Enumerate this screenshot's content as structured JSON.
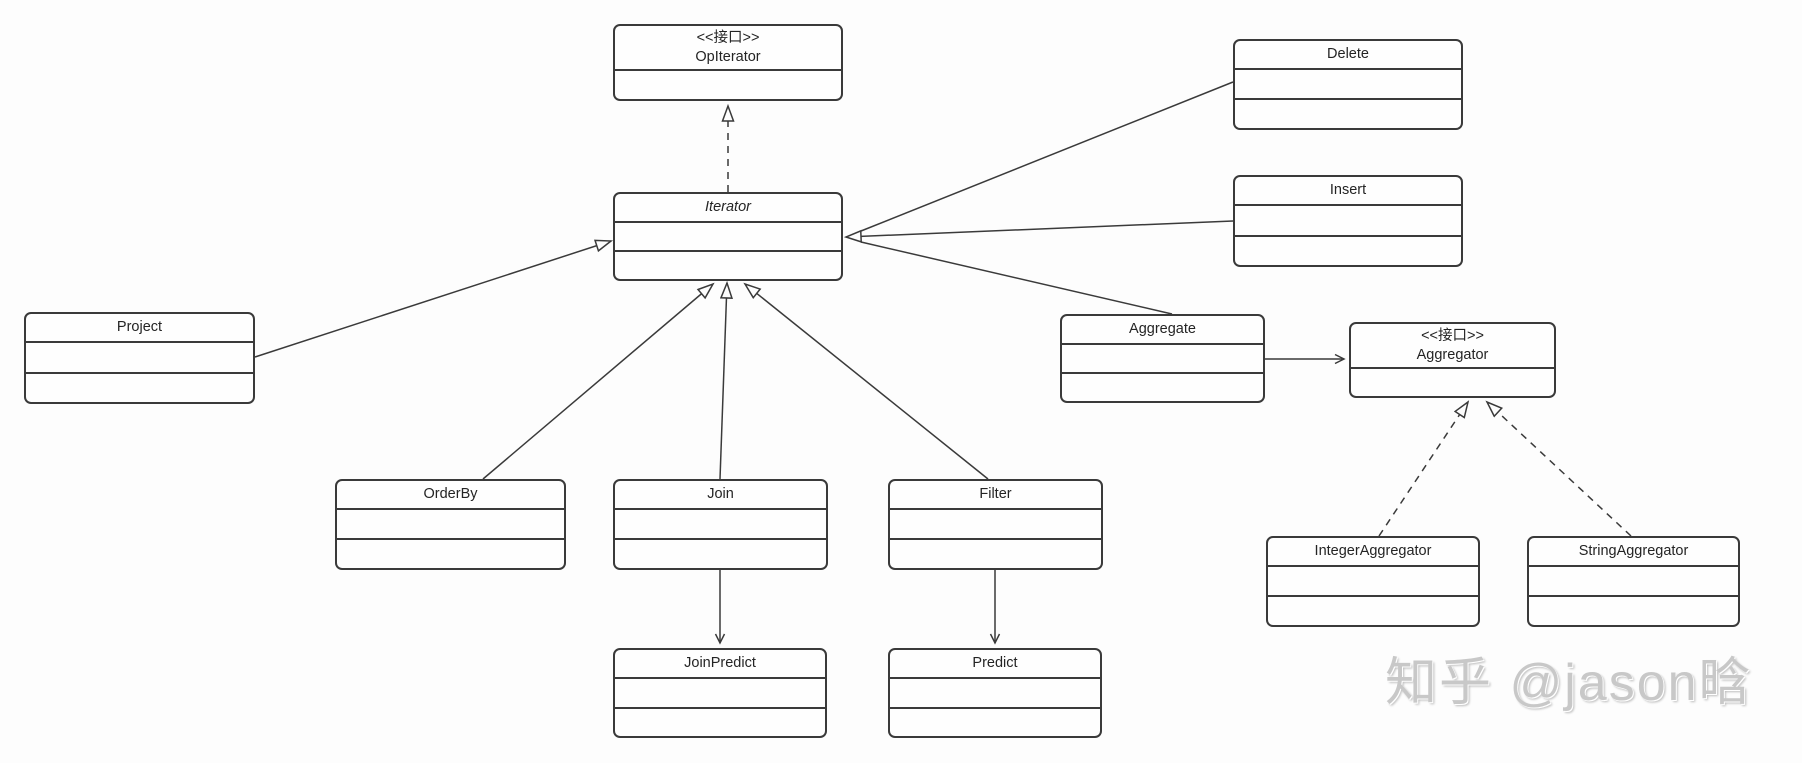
{
  "diagram": {
    "type": "uml-class-diagram",
    "background_color": "#fdfdfd",
    "stroke_color": "#3a3a3a",
    "text_color": "#242424"
  },
  "classes": {
    "opiterator": {
      "stereotype": "<<接口>>",
      "name": "OpIterator"
    },
    "iterator": {
      "name": "Iterator"
    },
    "delete": {
      "name": "Delete"
    },
    "insert": {
      "name": "Insert"
    },
    "project": {
      "name": "Project"
    },
    "aggregate": {
      "name": "Aggregate"
    },
    "aggregator": {
      "stereotype": "<<接口>>",
      "name": "Aggregator"
    },
    "orderby": {
      "name": "OrderBy"
    },
    "join": {
      "name": "Join"
    },
    "filter": {
      "name": "Filter"
    },
    "joinpredict": {
      "name": "JoinPredict"
    },
    "predict": {
      "name": "Predict"
    },
    "integeraggregator": {
      "name": "IntegerAggregator"
    },
    "stringaggregator": {
      "name": "StringAggregator"
    }
  },
  "relationships": [
    {
      "from": "Iterator",
      "to": "OpIterator",
      "type": "realization"
    },
    {
      "from": "Project",
      "to": "Iterator",
      "type": "generalization"
    },
    {
      "from": "Delete",
      "to": "Iterator",
      "type": "generalization"
    },
    {
      "from": "Insert",
      "to": "Iterator",
      "type": "generalization"
    },
    {
      "from": "Aggregate",
      "to": "Iterator",
      "type": "generalization"
    },
    {
      "from": "OrderBy",
      "to": "Iterator",
      "type": "generalization"
    },
    {
      "from": "Join",
      "to": "Iterator",
      "type": "generalization"
    },
    {
      "from": "Filter",
      "to": "Iterator",
      "type": "generalization"
    },
    {
      "from": "Aggregate",
      "to": "Aggregator",
      "type": "association"
    },
    {
      "from": "Join",
      "to": "JoinPredict",
      "type": "association"
    },
    {
      "from": "Filter",
      "to": "Predict",
      "type": "association"
    },
    {
      "from": "IntegerAggregator",
      "to": "Aggregator",
      "type": "realization"
    },
    {
      "from": "StringAggregator",
      "to": "Aggregator",
      "type": "realization"
    }
  ],
  "watermark": {
    "text": "知乎 @jason晗",
    "color": "#c8c8c8"
  }
}
